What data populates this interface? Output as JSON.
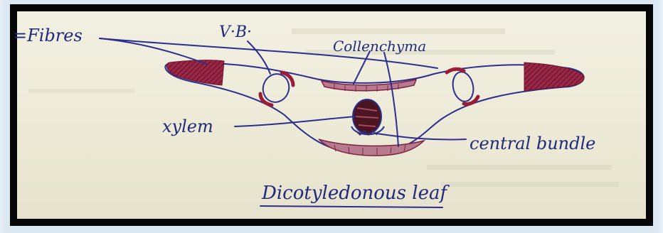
{
  "labels": {
    "fibres": "=Fibres",
    "vb": "V·B·",
    "collenchyma": "Collenchyma",
    "xylem": "xylem",
    "central_bundle": "central bundle",
    "title": "Dicotyledonous leaf"
  },
  "colors": {
    "ink": "#2a2f8f",
    "tissue": "#8d1e3c",
    "paper": "#efecdc",
    "border": "#070707"
  }
}
